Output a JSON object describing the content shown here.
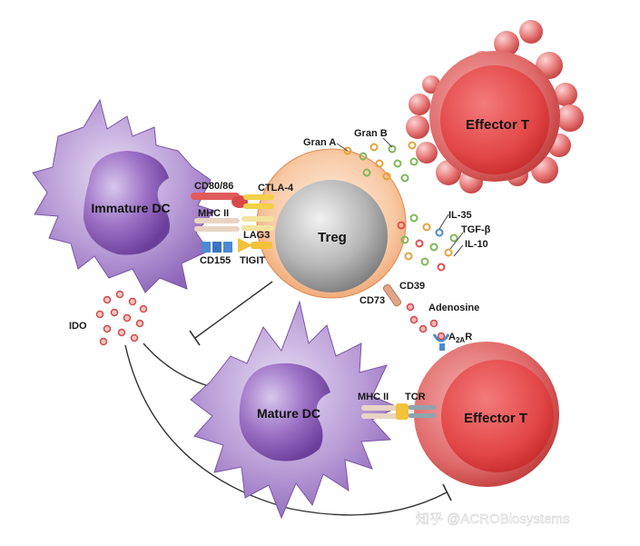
{
  "cells": {
    "immature_dc": "Immature DC",
    "treg": "Treg",
    "effector_t_top": "Effector T",
    "mature_dc": "Mature DC",
    "effector_t_bottom": "Effector T"
  },
  "molecules": {
    "cd80_86": "CD80/86",
    "ctla4": "CTLA-4",
    "mhc2_left": "MHC II",
    "lag3": "LAG3",
    "cd155": "CD155",
    "tigit": "TIGIT",
    "gran_a": "Gran A",
    "gran_b": "Gran B",
    "il35": "IL-35",
    "tgfb": "TGF-β",
    "il10": "IL-10",
    "cd39": "CD39",
    "cd73": "CD73",
    "adenosine": "Adenosine",
    "a2ar_main": "A",
    "a2ar_sub": "2A",
    "a2ar_tail": "R",
    "ido": "IDO",
    "mhc2_right": "MHC II",
    "tcr": "TCR"
  },
  "watermark": "知乎 @ACROBiosystems",
  "colors": {
    "dc_purple": "#a07cc4",
    "dc_nucleus": "#8a5fb0",
    "treg_orange": "#f2b48a",
    "treg_core": "#9a9a9a",
    "effector_red": "#d84a4a",
    "effector_core": "#e25d5d"
  }
}
